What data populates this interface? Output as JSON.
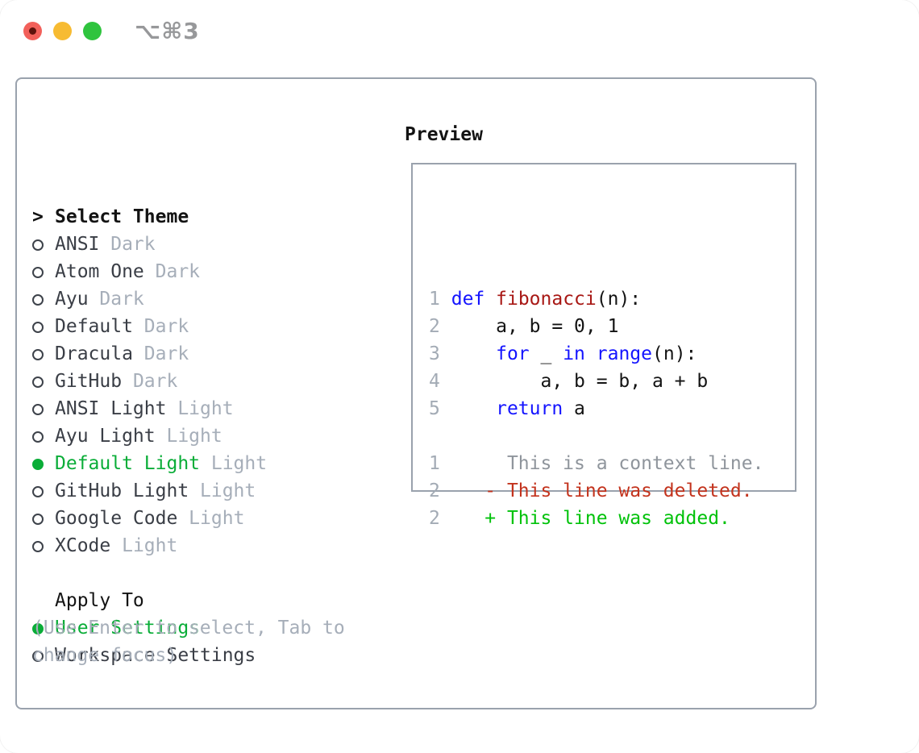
{
  "window": {
    "shortcut_hint": "⌥⌘3",
    "traffic_lights": [
      {
        "name": "close",
        "has_dot": true
      },
      {
        "name": "minimize",
        "has_dot": false
      },
      {
        "name": "zoom",
        "has_dot": false
      }
    ]
  },
  "icons": {
    "radio_unselected": "circle-outline",
    "radio_selected": "circle-filled",
    "prompt_cursor": ">"
  },
  "colors": {
    "traffic_red": "#f2605a",
    "traffic_red_dot": "#5e120c",
    "traffic_yellow": "#f7bb32",
    "traffic_green": "#2fc43e",
    "shortcut_gray": "#97989a",
    "border_gray": "#9aa2ad",
    "black": "#131313",
    "dark_text": "#3a3e46",
    "muted_gray": "#a6aeb9",
    "bullet_outline": "#3d424a",
    "selected_green": "#0aad38",
    "keyword_blue": "#1414ff",
    "function_red": "#a81815",
    "deleted_red": "#c3331d",
    "added_green": "#00c20a",
    "line_number_gray": "#a3abb5",
    "context_gray": "#8f959c"
  },
  "theme_picker": {
    "prompt": ">",
    "title": "Select Theme",
    "items": [
      {
        "name": "ANSI",
        "variant": "Dark",
        "selected": false
      },
      {
        "name": "Atom One",
        "variant": "Dark",
        "selected": false
      },
      {
        "name": "Ayu",
        "variant": "Dark",
        "selected": false
      },
      {
        "name": "Default",
        "variant": "Dark",
        "selected": false
      },
      {
        "name": "Dracula",
        "variant": "Dark",
        "selected": false
      },
      {
        "name": "GitHub",
        "variant": "Dark",
        "selected": false
      },
      {
        "name": "ANSI Light",
        "variant": "Light",
        "selected": false
      },
      {
        "name": "Ayu Light",
        "variant": "Light",
        "selected": false
      },
      {
        "name": "Default Light",
        "variant": "Light",
        "selected": true
      },
      {
        "name": "GitHub Light",
        "variant": "Light",
        "selected": false
      },
      {
        "name": "Google Code",
        "variant": "Light",
        "selected": false
      },
      {
        "name": "XCode",
        "variant": "Light",
        "selected": false
      }
    ],
    "apply_to": {
      "title": "Apply To",
      "options": [
        {
          "label": "User Settings",
          "selected": true
        },
        {
          "label": "Workspace Settings",
          "selected": false
        }
      ]
    },
    "hint": "(Use Enter to select, Tab to change focus)"
  },
  "preview": {
    "title": "Preview",
    "lines": [
      {
        "num": "1",
        "segments": [
          [
            " ",
            "plain"
          ],
          [
            "def",
            "keyword"
          ],
          [
            " ",
            "plain"
          ],
          [
            "fibonacci",
            "function"
          ],
          [
            "(n):",
            "plain"
          ]
        ]
      },
      {
        "num": "2",
        "segments": [
          [
            "     a, b = 0, 1",
            "plain"
          ]
        ]
      },
      {
        "num": "3",
        "segments": [
          [
            "     ",
            "plain"
          ],
          [
            "for",
            "keyword"
          ],
          [
            " _ ",
            "plain"
          ],
          [
            "in",
            "keyword"
          ],
          [
            " ",
            "plain"
          ],
          [
            "range",
            "keyword"
          ],
          [
            "(n):",
            "plain"
          ]
        ]
      },
      {
        "num": "4",
        "segments": [
          [
            "         a, b = b, a + b",
            "plain"
          ]
        ]
      },
      {
        "num": "5",
        "segments": [
          [
            "     ",
            "plain"
          ],
          [
            "return",
            "keyword"
          ],
          [
            " a",
            "plain"
          ]
        ]
      },
      {
        "num": "",
        "segments": []
      },
      {
        "num": "1",
        "segments": [
          [
            "      This is a context line.",
            "context"
          ]
        ]
      },
      {
        "num": "2",
        "segments": [
          [
            "    - This line was deleted.",
            "deleted"
          ]
        ]
      },
      {
        "num": "2",
        "segments": [
          [
            "    + This line was added.",
            "added"
          ]
        ]
      }
    ]
  }
}
